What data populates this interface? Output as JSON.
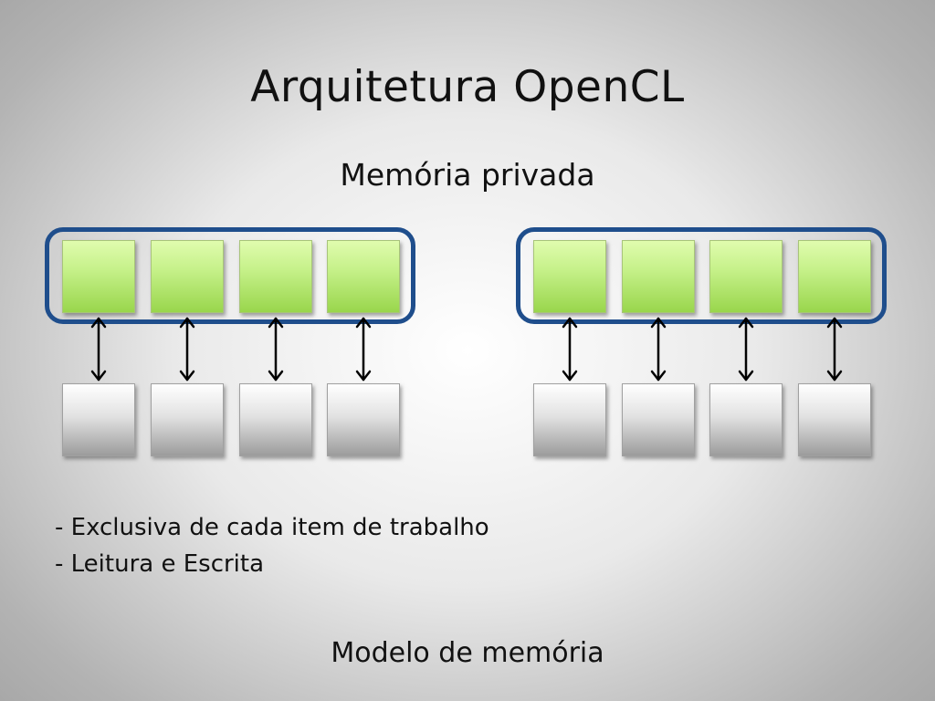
{
  "slide": {
    "title": "Arquitetura OpenCL",
    "subtitle": "Memória privada",
    "bullets": [
      "- Exclusiva de cada item de trabalho",
      "- Leitura e Escrita"
    ],
    "footer": "Modelo de memória"
  },
  "diagram": {
    "groups": 2,
    "work_items_per_group": 4,
    "colors": {
      "group_border": "#1f4e8c",
      "work_item": "#c6f18a",
      "private_memory": "#e2e2e2",
      "arrow": "#000000"
    }
  }
}
